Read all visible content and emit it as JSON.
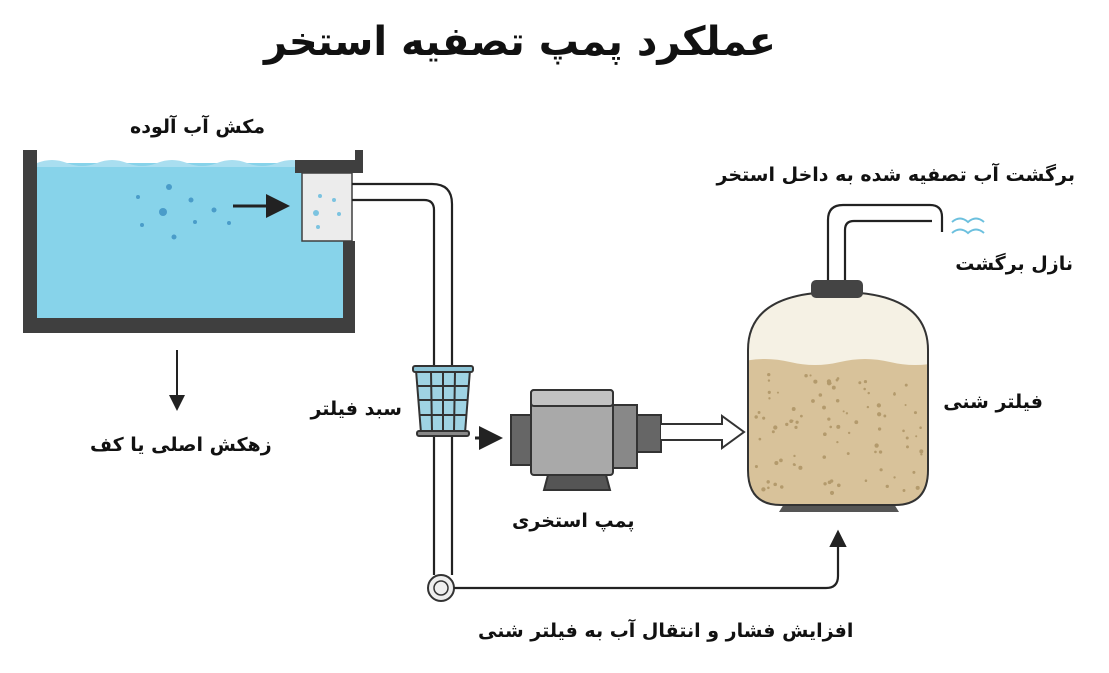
{
  "title": "عملکرد پمپ تصفیه استخر",
  "labels": {
    "suction": "مکش آب آلوده",
    "main_drain": "زهکش اصلی یا کف",
    "strainer_basket": "سبد فیلتر",
    "pump": "پمپ استخری",
    "pressure": "افزایش فشار و انتقال آب به فیلتر شنی",
    "return": "برگشت آب تصفیه شده به داخل استخر",
    "return_nozzle": "نازل برگشت",
    "sand_filter": "فیلتر شنی"
  },
  "colors": {
    "water": "#87d3ea",
    "wall": "#3f3f3f",
    "sand": "#d8c29a",
    "tank_top": "#f5f1e4",
    "pump": "#a9a9a9"
  }
}
